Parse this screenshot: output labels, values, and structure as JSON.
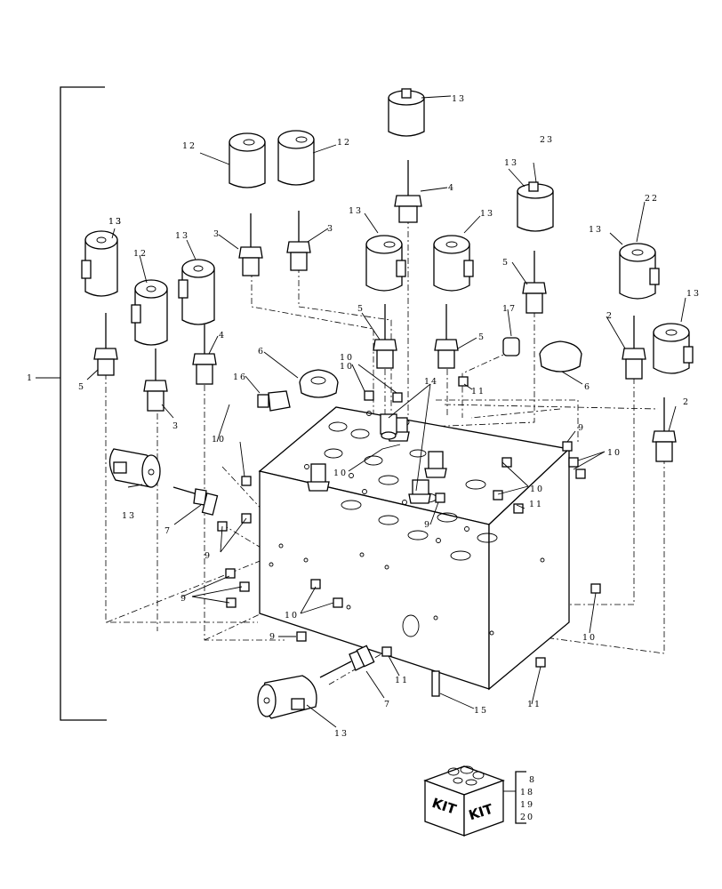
{
  "callouts": {
    "c1": "1",
    "c2a": "2",
    "c2b": "2",
    "c3a": "3",
    "c3b": "3",
    "c3c": "3",
    "c4a": "4",
    "c4b": "4",
    "c5a": "5",
    "c5b": "5",
    "c5c": "5",
    "c5d": "5",
    "c6a": "6",
    "c6b": "6",
    "c7a": "7",
    "c7b": "7",
    "c9a": "9",
    "c9b": "9",
    "c9c": "9",
    "c9d": "9",
    "c9e": "9",
    "c10a": "10",
    "c10b": "10",
    "c10c": "10",
    "c10d": "10",
    "c10e": "10",
    "c10f": "10",
    "c10g": "10",
    "c10h": "10",
    "c11a": "11",
    "c11b": "11",
    "c11c": "11",
    "c11d": "11",
    "c12a": "12",
    "c12b": "12",
    "c12c": "12",
    "c13a": "13",
    "c13b": "13",
    "c13c": "13",
    "c13d": "13",
    "c13e": "13",
    "c13f": "13",
    "c13g": "13",
    "c13h": "13",
    "c13i": "13",
    "c13j": "13",
    "c13k": "13",
    "c14": "14",
    "c15": "15",
    "c16": "16",
    "c17": "17",
    "c22": "22",
    "c23": "23"
  },
  "kit": {
    "word_left": "KIT",
    "word_right": "KIT",
    "items": [
      "8",
      "18",
      "19",
      "20"
    ]
  }
}
